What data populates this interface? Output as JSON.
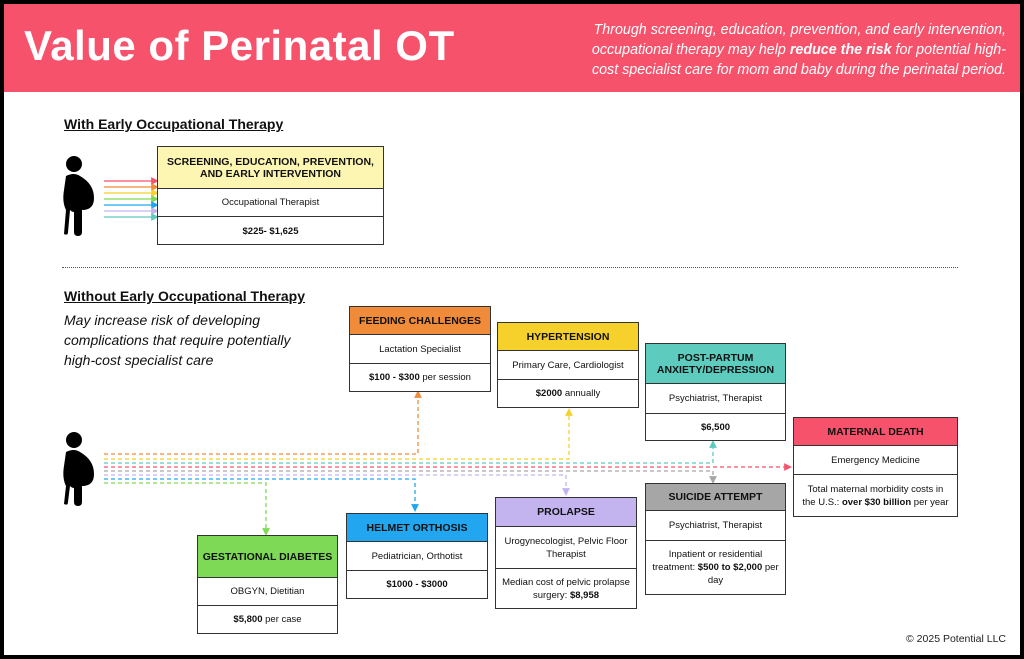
{
  "header": {
    "title": "Value of Perinatal OT",
    "tagline_pre": "Through screening, education, prevention, and early intervention, occupational therapy may help ",
    "tagline_bold": "reduce the risk",
    "tagline_post": " for potential high-cost specialist care for mom and baby during the perinatal period."
  },
  "with_ot": {
    "heading": "With Early Occupational Therapy",
    "box": {
      "title": "Screening, Education, Prevention, and Early Intervention",
      "provider": "Occupational Therapist",
      "cost": "$225- $1,625"
    }
  },
  "without_ot": {
    "heading": "Without Early Occupational Therapy",
    "description": "May increase risk of developing complications that require potentially high-cost specialist care"
  },
  "complications": {
    "feeding": {
      "title": "Feeding Challenges",
      "provider": "Lactation Specialist",
      "cost_bold": "$100 - $300",
      "cost_rest": " per session",
      "color": "#f08b3a"
    },
    "hypertension": {
      "title": "Hypertension",
      "provider": "Primary Care, Cardiologist",
      "cost_bold": "$2000",
      "cost_rest": " annually",
      "color": "#f7d12b"
    },
    "postpartum": {
      "title": "Post-Partum Anxiety/Depression",
      "provider": "Psychiatrist, Therapist",
      "cost_bold": "$6,500",
      "cost_rest": "",
      "color": "#5ecbbf"
    },
    "death": {
      "title": "Maternal Death",
      "provider": "Emergency Medicine",
      "cost_pre": "Total maternal morbidity costs in the U.S.: ",
      "cost_bold": "over $30 billion",
      "cost_rest": " per year",
      "color": "#f7526b"
    },
    "suicide": {
      "title": "Suicide Attempt",
      "provider": "Psychiatrist, Therapist",
      "cost_pre": "Inpatient or residential treatment: ",
      "cost_bold": "$500 to $2,000",
      "cost_rest": " per day",
      "color": "#a6a6a6"
    },
    "prolapse": {
      "title": "Prolapse",
      "provider": "Urogynecologist, Pelvic Floor Therapist",
      "cost_pre": "Median cost of pelvic prolapse surgery: ",
      "cost_bold": "$8,958",
      "cost_rest": "",
      "color": "#c3b4f0"
    },
    "helmet": {
      "title": "Helmet Orthosis",
      "provider": "Pediatrician, Orthotist",
      "cost_bold": "$1000 - $3000",
      "cost_rest": "",
      "color": "#22a6ef"
    },
    "diabetes": {
      "title": "Gestational Diabetes",
      "provider": "OBGYN, Dietitian",
      "cost_bold": "$5,800",
      "cost_rest": " per case",
      "color": "#7ed957"
    }
  },
  "footer": {
    "copyright": "© 2025 Potential LLC"
  },
  "colors": {
    "banner": "#f7526b",
    "ot_box_header": "#fdf6b3"
  },
  "icons": {
    "person": "pregnant-person-icon"
  }
}
